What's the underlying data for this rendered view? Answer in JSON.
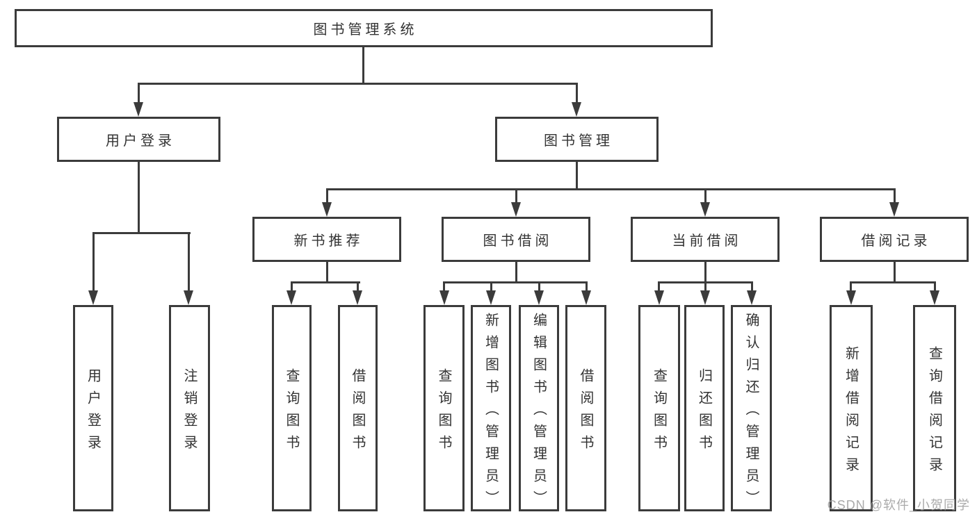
{
  "diagram": {
    "title": "图书管理系统",
    "branches": [
      {
        "label": "用户登录",
        "leaves": [
          "用户登录",
          "注销登录"
        ]
      },
      {
        "label": "图书管理",
        "children": [
          {
            "label": "新书推荐",
            "leaves": [
              "查询图书",
              "借阅图书"
            ]
          },
          {
            "label": "图书借阅",
            "leaves": [
              "查询图书",
              "新增图书（管理员）",
              "编辑图书（管理员）",
              "借阅图书"
            ]
          },
          {
            "label": "当前借阅",
            "leaves": [
              "查询图书",
              "归还图书",
              "确认归还（管理员）"
            ]
          },
          {
            "label": "借阅记录",
            "leaves": [
              "新增借阅记录",
              "查询借阅记录"
            ]
          }
        ]
      }
    ]
  },
  "watermark": "CSDN @软件_小贺同学",
  "colors": {
    "line": "#3b3b3b",
    "text": "#333333",
    "watermark": "#9e9e9e",
    "background": "#ffffff"
  }
}
